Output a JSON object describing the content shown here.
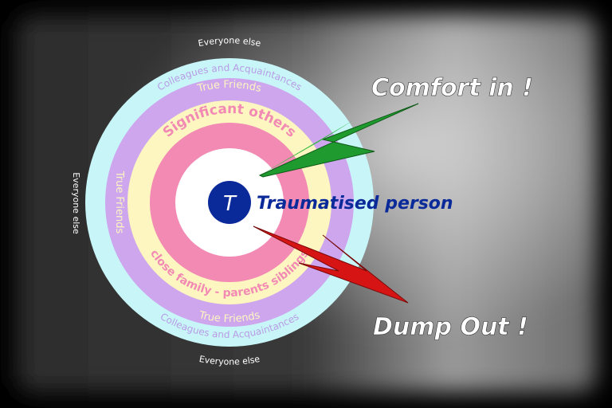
{
  "diagram": {
    "center_label": "T",
    "center_caption": "Traumatised person",
    "rings": {
      "outer": "Everyone else",
      "colleagues": "Colleagues and Acquaintances",
      "friends": "True Friends",
      "significant": "Significant others",
      "family": "close family - parents siblings"
    },
    "comfort_label": "Comfort in !",
    "dump_label": "Dump Out !",
    "colors": {
      "cyan": "#c8f6f8",
      "purple": "#cda6ee",
      "yellow": "#fdf6c0",
      "pink": "#f28ab4",
      "white": "#ffffff",
      "navy": "#0b2a9a",
      "green": "#1f9a2e",
      "red": "#d61414"
    }
  }
}
